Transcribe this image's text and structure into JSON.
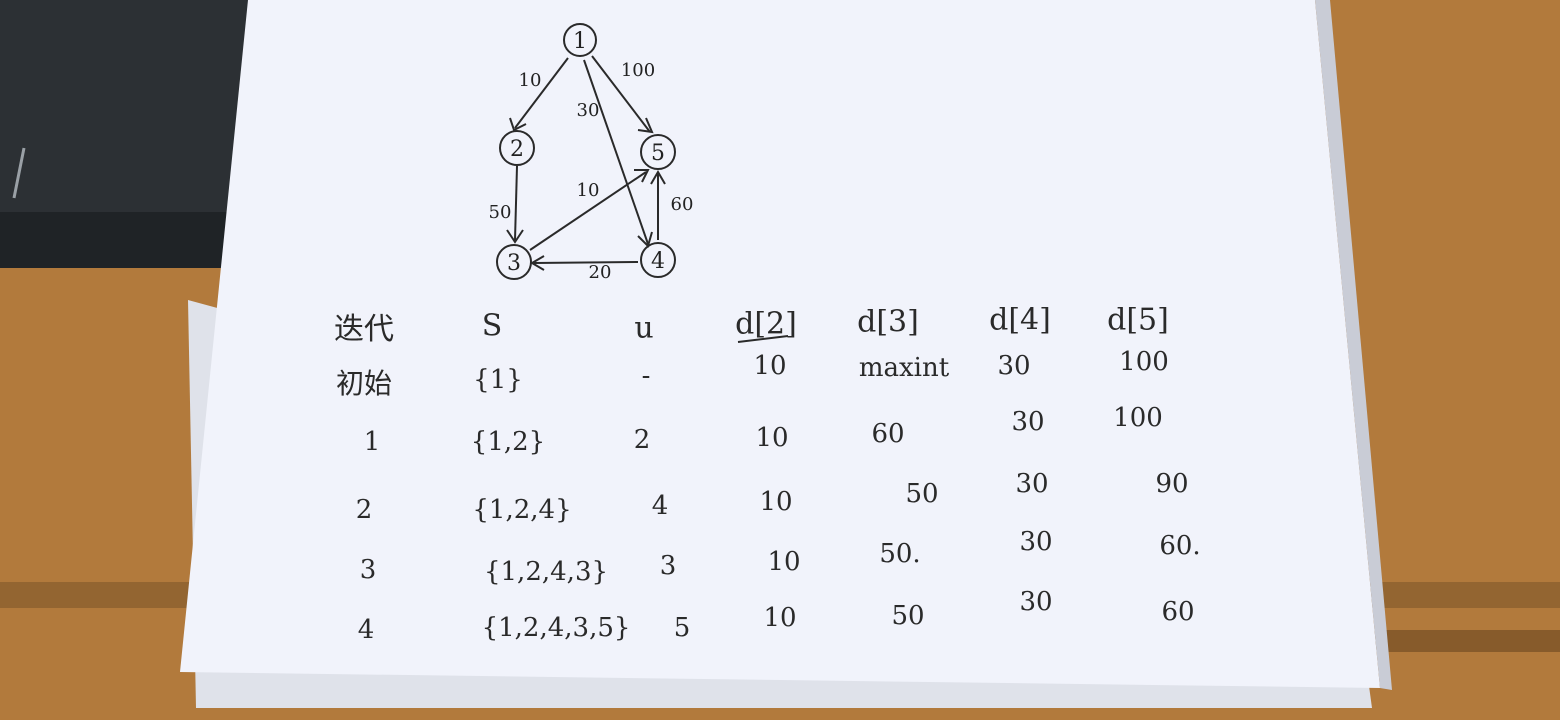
{
  "colors": {
    "desk": "#b27a3c",
    "paper": "#f1f3fb",
    "ink": "#2a2a2a",
    "laptop": "#2c3034"
  },
  "graph": {
    "nodes": [
      {
        "label": "1"
      },
      {
        "label": "2"
      },
      {
        "label": "5"
      },
      {
        "label": "3"
      },
      {
        "label": "4"
      }
    ],
    "edges": [
      {
        "from": "1",
        "to": "2",
        "weight": "10"
      },
      {
        "from": "1",
        "to": "5",
        "weight": "100"
      },
      {
        "from": "1",
        "to": "4",
        "weight": "30"
      },
      {
        "from": "2",
        "to": "3",
        "weight": "50"
      },
      {
        "from": "3",
        "to": "5",
        "weight": "10"
      },
      {
        "from": "4",
        "to": "5",
        "weight": "60"
      },
      {
        "from": "4",
        "to": "3",
        "weight": "20"
      }
    ]
  },
  "table": {
    "headers": [
      "迭代",
      "S",
      "u",
      "d[2]",
      "d[3]",
      "d[4]",
      "d[5]"
    ],
    "rows": [
      [
        "初始",
        "{1}",
        "-",
        "10",
        "maxint",
        "30",
        "100"
      ],
      [
        "1",
        "{1,2}",
        "2",
        "10",
        "60",
        "30",
        "100"
      ],
      [
        "2",
        "{1,2,4}",
        "4",
        "10",
        "50",
        "30",
        "90"
      ],
      [
        "3",
        "{1,2,4,3}",
        "3",
        "10",
        "50.",
        "30",
        "60."
      ],
      [
        "4",
        "{1,2,4,3,5}",
        "5",
        "10",
        "50",
        "30",
        "60"
      ]
    ]
  }
}
